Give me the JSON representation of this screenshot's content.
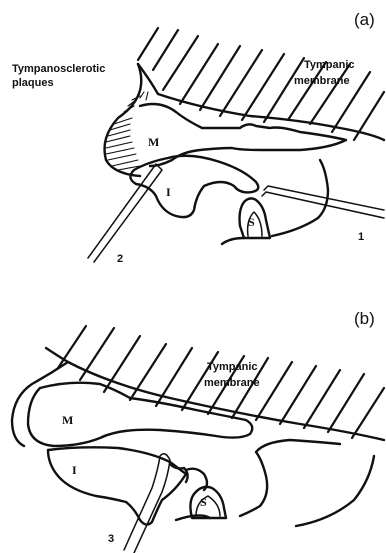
{
  "panels": {
    "a": {
      "label": "(a)",
      "left_label_line1": "Tympanosclerotic",
      "left_label_line2": "plaques",
      "right_label_line1": "Tympanic",
      "right_label_line2": "membrane",
      "malleus": "M",
      "incus": "I",
      "stapes": "S",
      "instrument_1": "1",
      "instrument_2": "2"
    },
    "b": {
      "label": "(b)",
      "right_label_line1": "Tympanic",
      "right_label_line2": "membrane",
      "malleus": "M",
      "incus": "I",
      "stapes": "S",
      "instrument_3": "3"
    }
  }
}
